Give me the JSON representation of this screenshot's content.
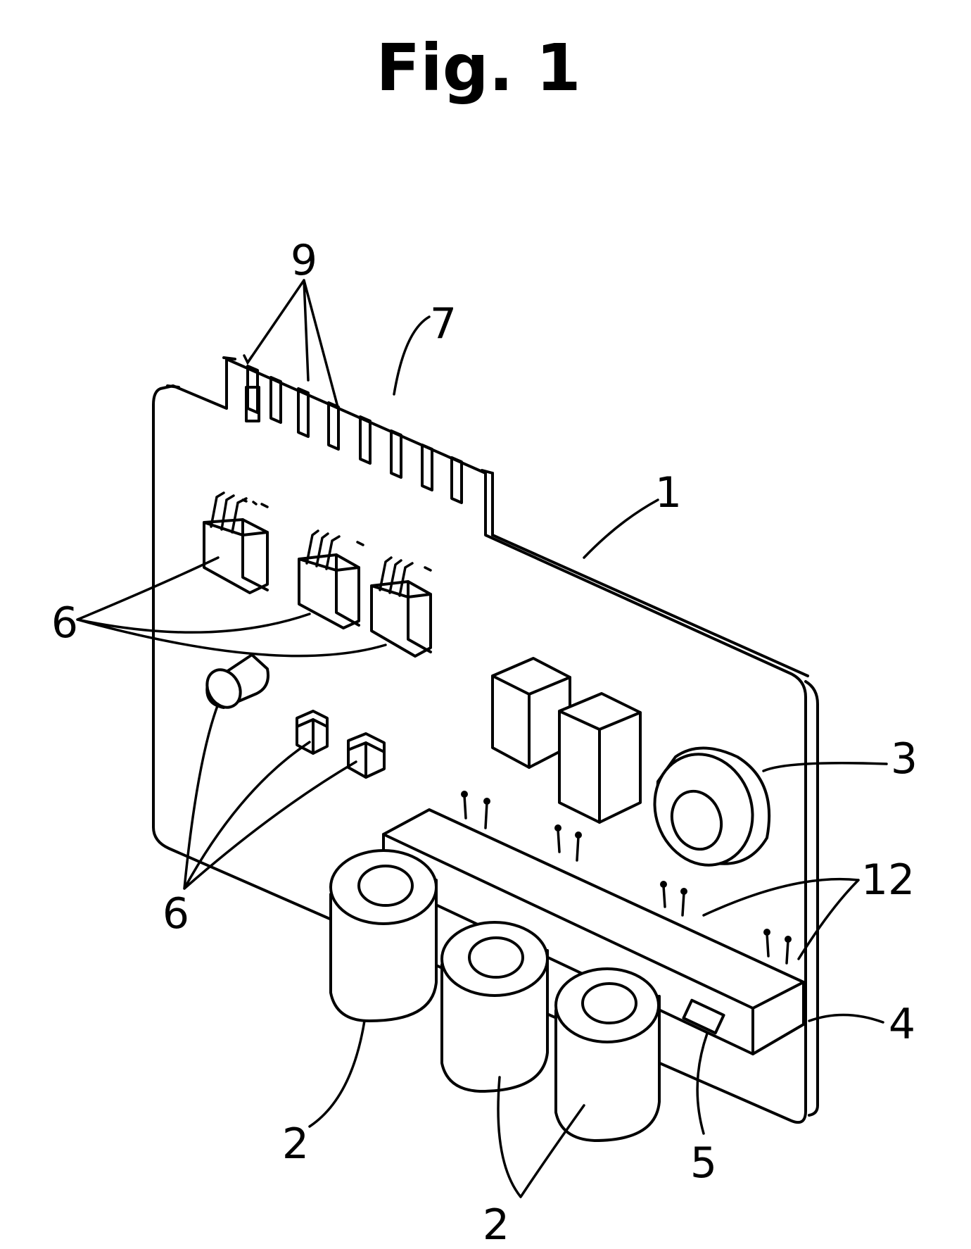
{
  "figure": {
    "title": "Fig. 1",
    "labels": {
      "board": "1",
      "capacitor": "2",
      "transformer": "3",
      "connector_strip": "4",
      "connector_window": "5",
      "components_upper": "6",
      "components_lower": "6",
      "edge_connector": "7",
      "contacts": "9",
      "pins": "12"
    }
  }
}
